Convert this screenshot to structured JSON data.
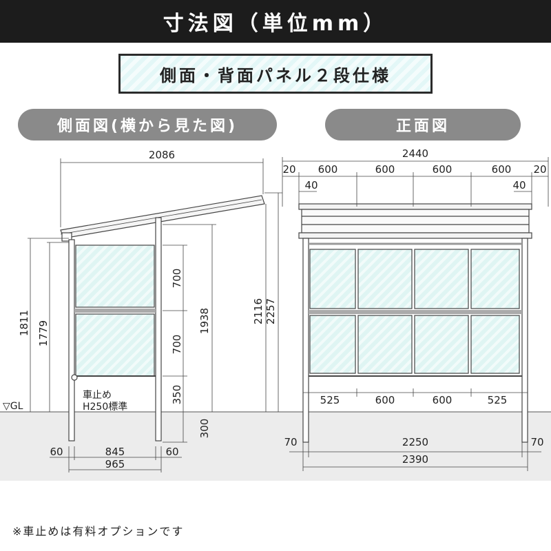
{
  "title": "寸法図（単位mm）",
  "spec_label": "側面・背面パネル２段仕様",
  "side_view": {
    "heading": "側面図(横から見た図)",
    "top_width": "2086",
    "heights": [
      "1811",
      "1779",
      "1938",
      "2116",
      "2257"
    ],
    "panel_heights": [
      "700",
      "700",
      "350"
    ],
    "post_depth": "300",
    "wheel_stop_line1": "車止め",
    "wheel_stop_line2": "H250標準",
    "gl": "▽GL",
    "bottom_parts": [
      "60",
      "845",
      "60"
    ],
    "bottom_total": "965"
  },
  "front_view": {
    "heading": "正面図",
    "top_total": "2440",
    "top_parts": [
      "20",
      "600",
      "600",
      "600",
      "600",
      "20"
    ],
    "edge_left": "40",
    "edge_right": "40",
    "panel_widths": [
      "525",
      "600",
      "600",
      "525"
    ],
    "post_left": "70",
    "post_right": "70",
    "inner_width": "2250",
    "outer_width": "2390"
  },
  "footnote": "※車止めは有料オプションです",
  "colors": {
    "dark": "#1c1c1c",
    "pill": "#8a8a8a",
    "panel": "#dff5f3",
    "ground": "#ececec",
    "line": "#444444"
  }
}
